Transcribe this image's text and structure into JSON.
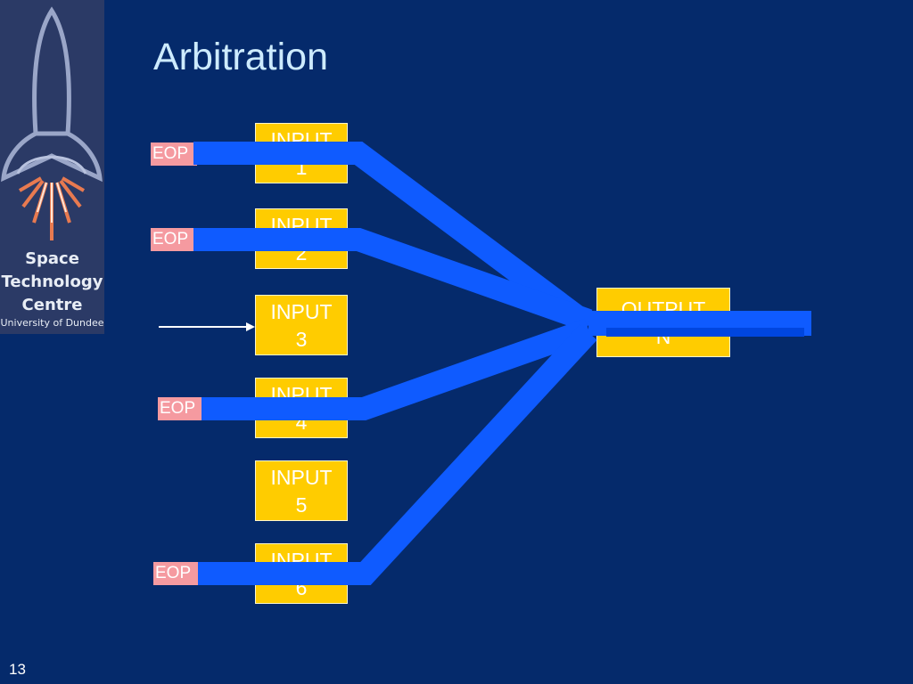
{
  "title": "Arbitration",
  "logo": {
    "line1": "Space",
    "line2": "Technology",
    "line3": "Centre",
    "line4": "University of Dundee"
  },
  "inputs": [
    {
      "label": "INPUT",
      "number": "1"
    },
    {
      "label": "INPUT",
      "number": "2"
    },
    {
      "label": "INPUT",
      "number": "3"
    },
    {
      "label": "INPUT",
      "number": "4"
    },
    {
      "label": "INPUT",
      "number": "5"
    },
    {
      "label": "INPUT",
      "number": "6"
    }
  ],
  "output": {
    "label": "OUTPUT",
    "number": "N"
  },
  "eop_markers": [
    "EOP",
    "EOP",
    "EOP",
    "EOP"
  ],
  "page_number": "13",
  "colors": {
    "background": "#052A6B",
    "box": "#FFCC00",
    "path": "#0F5BFF",
    "eop": "#F59AA0",
    "title": "#CDEBFF"
  }
}
